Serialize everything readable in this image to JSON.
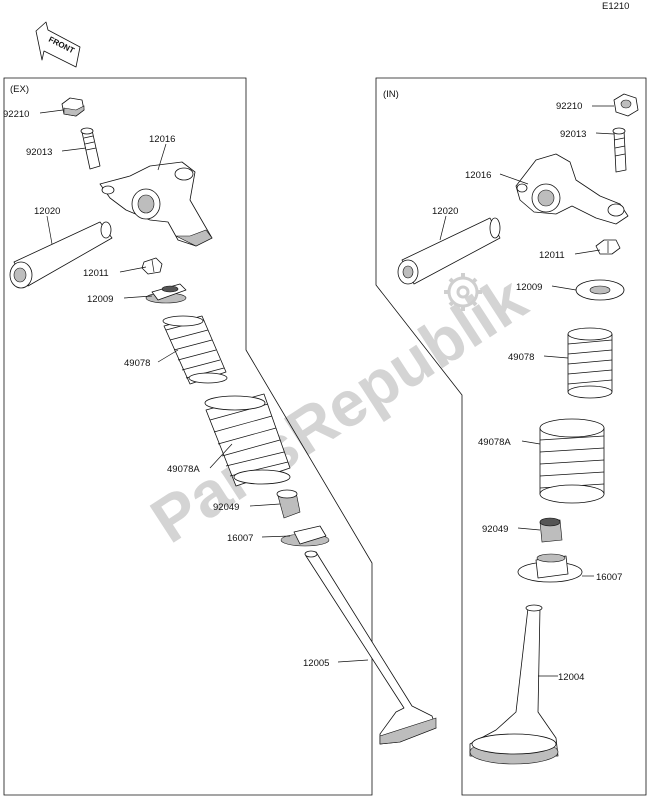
{
  "diagram_code": "E1210",
  "front_arrow_text": "FRONT",
  "watermark_text": "PartsRepublik",
  "sections": {
    "exhaust": {
      "title": "(EX)"
    },
    "intake": {
      "title": "(IN)"
    }
  },
  "labels": {
    "ex_92210": "92210",
    "ex_92013": "92013",
    "ex_12016": "12016",
    "ex_12020": "12020",
    "ex_12011": "12011",
    "ex_12009": "12009",
    "ex_49078": "49078",
    "ex_49078A": "49078A",
    "ex_92049": "92049",
    "ex_16007": "16007",
    "ex_12005": "12005",
    "in_92210": "92210",
    "in_92013": "92013",
    "in_12016": "12016",
    "in_12020": "12020",
    "in_12011": "12011",
    "in_12009": "12009",
    "in_49078": "49078",
    "in_49078A": "49078A",
    "in_92049": "92049",
    "in_16007": "16007",
    "in_12004": "12004"
  },
  "icons": {
    "front_arrow": "front-arrow-icon",
    "watermark_gear": "gear-icon"
  }
}
